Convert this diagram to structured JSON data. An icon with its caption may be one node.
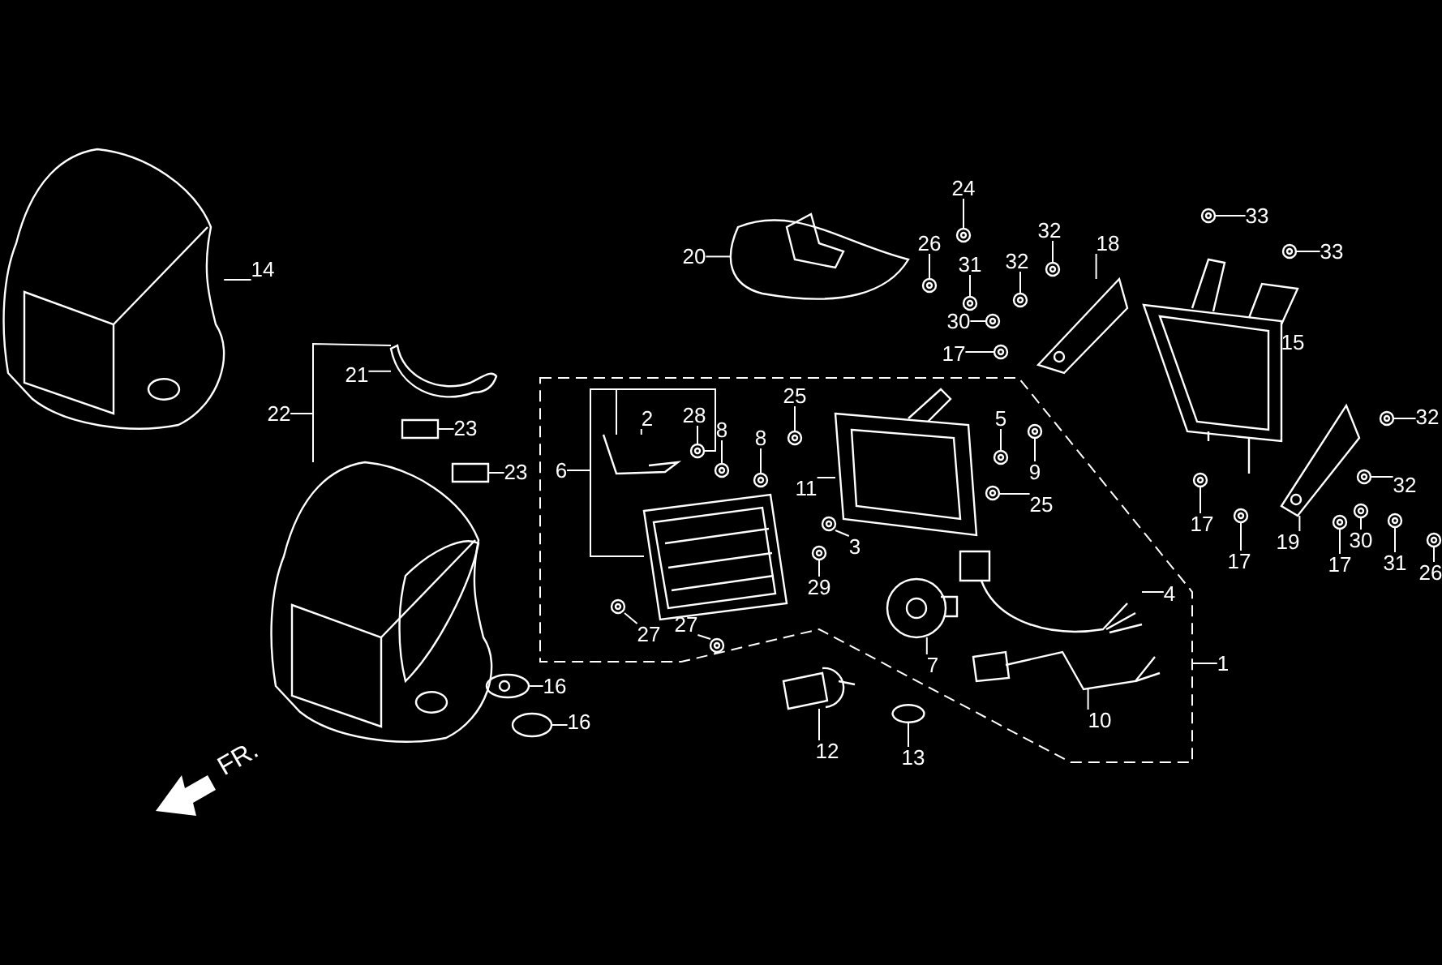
{
  "diagram": {
    "nodes": [
      {
        "text": [
          "14"
        ]
      },
      {
        "text": [
          "20"
        ]
      },
      {
        "text": [
          "24"
        ]
      },
      {
        "text": [
          "26"
        ]
      },
      {
        "text": [
          "31"
        ]
      },
      {
        "text": [
          "32"
        ]
      },
      {
        "text": [
          "32"
        ]
      },
      {
        "text": [
          "18"
        ]
      },
      {
        "text": [
          "33"
        ]
      },
      {
        "text": [
          "33"
        ]
      },
      {
        "text": [
          "30"
        ]
      },
      {
        "text": [
          "17"
        ]
      },
      {
        "text": [
          "15"
        ]
      },
      {
        "text": [
          "21"
        ]
      },
      {
        "text": [
          "22"
        ]
      },
      {
        "text": [
          "23"
        ]
      },
      {
        "text": [
          "23"
        ]
      },
      {
        "text": [
          "6"
        ]
      },
      {
        "text": [
          "2"
        ]
      },
      {
        "text": [
          "28"
        ]
      },
      {
        "text": [
          "8"
        ]
      },
      {
        "text": [
          "8"
        ]
      },
      {
        "text": [
          "25"
        ]
      },
      {
        "text": [
          "11"
        ]
      },
      {
        "text": [
          "5"
        ]
      },
      {
        "text": [
          "9"
        ]
      },
      {
        "text": [
          "25"
        ]
      },
      {
        "text": [
          "3"
        ]
      },
      {
        "text": [
          "29"
        ]
      },
      {
        "text": [
          "27"
        ]
      },
      {
        "text": [
          "27"
        ]
      },
      {
        "text": [
          "4"
        ]
      },
      {
        "text": [
          "7"
        ]
      },
      {
        "text": [
          "1"
        ]
      },
      {
        "text": [
          "16"
        ]
      },
      {
        "text": [
          "16"
        ]
      },
      {
        "text": [
          "10"
        ]
      },
      {
        "text": [
          "12"
        ]
      },
      {
        "text": [
          "13"
        ]
      },
      {
        "text": [
          "17"
        ]
      },
      {
        "text": [
          "17"
        ]
      },
      {
        "text": [
          "19"
        ]
      },
      {
        "text": [
          "17"
        ]
      },
      {
        "text": [
          "30"
        ]
      },
      {
        "text": [
          "31"
        ]
      },
      {
        "text": [
          "26"
        ]
      },
      {
        "text": [
          "32"
        ]
      },
      {
        "text": [
          "32"
        ]
      },
      {
        "text": [],
        "shape": "picture"
      },
      {
        "text": [],
        "shape": "picture"
      },
      {
        "text": [],
        "shape": "picture"
      },
      {
        "text": [],
        "shape": "picture"
      },
      {
        "text": [],
        "shape": "picture"
      },
      {
        "text": [],
        "shape": "picture"
      },
      {
        "text": [],
        "shape": "picture"
      },
      {
        "text": [],
        "shape": "picture"
      },
      {
        "text": [],
        "shape": "picture"
      },
      {
        "text": [],
        "shape": "picture"
      },
      {
        "text": [],
        "shape": "picture"
      },
      {
        "text": [],
        "shape": "picture"
      },
      {
        "text": [],
        "shape": "picture"
      },
      {
        "text": [],
        "shape": "picture"
      },
      {
        "text": [],
        "shape": "picture"
      },
      {
        "text": [],
        "shape": "picture"
      },
      {
        "text": [],
        "shape": "picture"
      },
      {
        "text": [],
        "shape": "picture"
      },
      {
        "text": [],
        "shape": "picture"
      },
      {
        "text": [],
        "shape": "picture"
      },
      {
        "text": [],
        "shape": "picture"
      },
      {
        "text": [],
        "shape": "picture"
      },
      {
        "text": [],
        "shape": "picture"
      },
      {
        "text": [],
        "shape": "picture"
      },
      {
        "text": [],
        "shape": "picture"
      },
      {
        "text": [],
        "shape": "picture"
      },
      {
        "text": [],
        "shape": "picture"
      },
      {
        "text": [],
        "shape": "picture"
      },
      {
        "text": [],
        "shape": "picture"
      },
      {
        "text": [],
        "shape": "picture"
      },
      {
        "text": [],
        "shape": "picture"
      },
      {
        "text": [],
        "shape": "picture"
      },
      {
        "text": [],
        "shape": "picture"
      },
      {
        "text": [],
        "shape": "picture"
      },
      {
        "text": [],
        "shape": "picture"
      },
      {
        "text": [],
        "shape": "picture"
      },
      {
        "text": [],
        "shape": "picture"
      },
      {
        "text": [],
        "shape": "picture"
      },
      {
        "text": [],
        "shape": "picture"
      },
      {
        "text": [],
        "shape": "picture"
      },
      {
        "text": [],
        "shape": "picture"
      },
      {
        "text": [],
        "shape": "picture"
      },
      {
        "text": [],
        "shape": "picture"
      },
      {
        "text": [],
        "shape": "picture"
      },
      {
        "text": [],
        "shape": "picture"
      },
      {
        "text": [],
        "shape": "picture"
      },
      {
        "text": [],
        "shape": "picture"
      }
    ],
    "edges": [
      {
        "from": 0,
        "to": 48,
        "arrow": "none"
      },
      {
        "from": 1,
        "to": 49,
        "arrow": "none"
      },
      {
        "from": 2,
        "to": 67,
        "arrow": "none"
      },
      {
        "from": 3,
        "to": 68,
        "arrow": "none"
      },
      {
        "from": 4,
        "to": 69,
        "arrow": "none"
      },
      {
        "from": 5,
        "to": 72,
        "arrow": "none"
      },
      {
        "from": 6,
        "to": 73,
        "arrow": "none"
      },
      {
        "from": 7,
        "to": 50,
        "arrow": "none"
      },
      {
        "from": 8,
        "to": 74,
        "arrow": "none"
      },
      {
        "from": 9,
        "to": 75,
        "arrow": "none"
      },
      {
        "from": 10,
        "to": 70,
        "arrow": "none"
      },
      {
        "from": 11,
        "to": 71,
        "arrow": "none"
      },
      {
        "from": 12,
        "to": 51,
        "arrow": "none"
      },
      {
        "from": 13,
        "to": 52,
        "arrow": "none"
      },
      {
        "from": 14,
        "to": 52,
        "arrow": "none"
      },
      {
        "from": 14,
        "to": 55,
        "arrow": "none"
      },
      {
        "from": 15,
        "to": 53,
        "arrow": "none"
      },
      {
        "from": 16,
        "to": 54,
        "arrow": "none"
      },
      {
        "from": 17,
        "to": 57,
        "arrow": "none"
      },
      {
        "from": 17,
        "to": 56,
        "arrow": "none"
      },
      {
        "from": 17,
        "to": 84,
        "arrow": "none"
      },
      {
        "from": 18,
        "to": 56,
        "arrow": "none"
      },
      {
        "from": 19,
        "to": 84,
        "arrow": "none"
      },
      {
        "from": 20,
        "to": 85,
        "arrow": "none"
      },
      {
        "from": 21,
        "to": 86,
        "arrow": "none"
      },
      {
        "from": 22,
        "to": 87,
        "arrow": "none"
      },
      {
        "from": 23,
        "to": 58,
        "arrow": "none"
      },
      {
        "from": 24,
        "to": 88,
        "arrow": "none"
      },
      {
        "from": 25,
        "to": 89,
        "arrow": "none"
      },
      {
        "from": 26,
        "to": 90,
        "arrow": "none"
      },
      {
        "from": 27,
        "to": 91,
        "arrow": "none"
      },
      {
        "from": 28,
        "to": 92,
        "arrow": "none"
      },
      {
        "from": 29,
        "to": 93,
        "arrow": "none"
      },
      {
        "from": 30,
        "to": 94,
        "arrow": "none"
      },
      {
        "from": 31,
        "to": 60,
        "arrow": "none"
      },
      {
        "from": 32,
        "to": 59,
        "arrow": "none"
      },
      {
        "from": 33,
        "to": null,
        "arrow": "none"
      },
      {
        "from": 34,
        "to": 61,
        "arrow": "none"
      },
      {
        "from": 35,
        "to": 62,
        "arrow": "none"
      },
      {
        "from": 36,
        "to": 63,
        "arrow": "none"
      },
      {
        "from": 37,
        "to": 64,
        "arrow": "none"
      },
      {
        "from": 38,
        "to": 65,
        "arrow": "none"
      },
      {
        "from": 39,
        "to": 76,
        "arrow": "none"
      },
      {
        "from": 40,
        "to": 77,
        "arrow": "none"
      },
      {
        "from": 41,
        "to": 66,
        "arrow": "none"
      },
      {
        "from": 42,
        "to": 78,
        "arrow": "none"
      },
      {
        "from": 43,
        "to": 79,
        "arrow": "none"
      },
      {
        "from": 44,
        "to": 80,
        "arrow": "none"
      },
      {
        "from": 45,
        "to": 81,
        "arrow": "none"
      },
      {
        "from": 46,
        "to": 82,
        "arrow": "none"
      },
      {
        "from": 47,
        "to": 83,
        "arrow": "none"
      }
    ],
    "labels": [
      "FR."
    ]
  }
}
